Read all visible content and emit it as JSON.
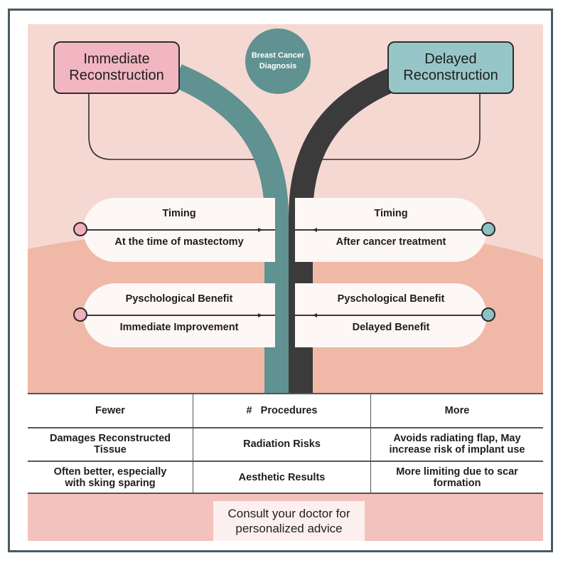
{
  "diagram": {
    "center": {
      "label": "Breast Cancer Diagnosis"
    },
    "left_branch": {
      "title": "Immediate Reconstruction",
      "color": "#f2b6c0",
      "path_color": "#5f9290",
      "attributes": [
        {
          "title": "Timing",
          "value": "At the time of mastectomy"
        },
        {
          "title": "Pyschological Benefit",
          "value": "Immediate Improvement"
        }
      ]
    },
    "right_branch": {
      "title": "Delayed Reconstruction",
      "color": "#97c6c8",
      "path_color": "#3b3b3b",
      "attributes": [
        {
          "title": "Timing",
          "value": "After cancer treatment"
        },
        {
          "title": "Pyschological Benefit",
          "value": "Delayed Benefit"
        }
      ]
    }
  },
  "comparison_table": {
    "rows": [
      {
        "immediate": "Fewer",
        "criterion": "#   Procedures",
        "delayed": "More"
      },
      {
        "immediate": "Damages Reconstructed Tissue",
        "criterion": "Radiation Risks",
        "delayed": "Avoids radiating flap, May increase risk of implant use"
      },
      {
        "immediate": "Often better, especially with sking sparing",
        "criterion": "Aesthetic Results",
        "delayed": "More limiting due to scar formation"
      }
    ]
  },
  "footer": {
    "note": "Consult your doctor for personalized advice"
  },
  "colors": {
    "background_top": "#f6d8d3",
    "background_bottom": "#f0b8a6",
    "frame": "#4b5a62",
    "footer": "#f4c2bc"
  }
}
